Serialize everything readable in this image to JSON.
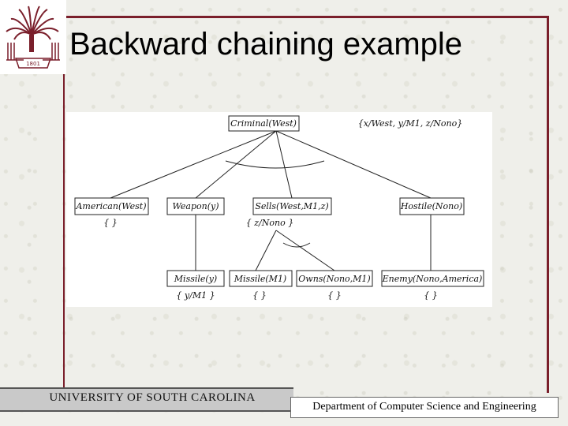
{
  "slide": {
    "title": "Backward chaining example"
  },
  "logo": {
    "name": "university-palmetto-seal",
    "year_text": "1801",
    "color": "#7a1f2b"
  },
  "diagram": {
    "nodes": [
      {
        "id": "criminal",
        "label": "Criminal(West)"
      },
      {
        "id": "american",
        "label": "American(West)"
      },
      {
        "id": "weapon",
        "label": "Weapon(y)"
      },
      {
        "id": "sells",
        "label": "Sells(West,M1,z)"
      },
      {
        "id": "hostile",
        "label": "Hostile(Nono)"
      },
      {
        "id": "missile_y",
        "label": "Missile(y)"
      },
      {
        "id": "missile_m1",
        "label": "Missile(M1)"
      },
      {
        "id": "owns",
        "label": "Owns(Nono,M1)"
      },
      {
        "id": "enemy",
        "label": "Enemy(Nono,America)"
      }
    ],
    "substitutions": {
      "root": "{x/West, y/M1, z/Nono}",
      "american": "{ }",
      "sells": "{ z/Nono }",
      "missile_y": "{ y/M1 }",
      "missile_m1": "{ }",
      "owns": "{ }",
      "enemy": "{ }"
    }
  },
  "footer": {
    "left": "UNIVERSITY OF SOUTH CAROLINA",
    "right": "Department of Computer Science and Engineering"
  }
}
